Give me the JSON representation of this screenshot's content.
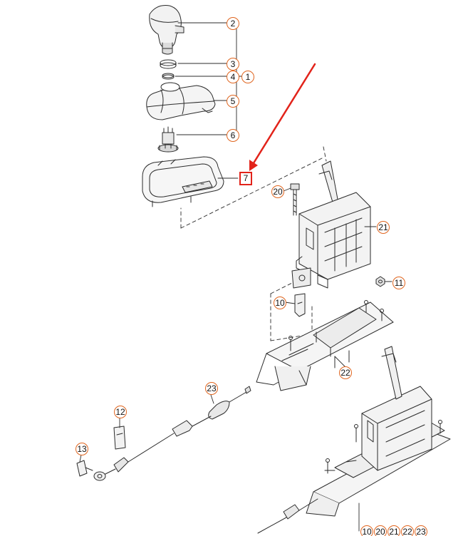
{
  "diagram": {
    "highlight_color": "#e2231a",
    "callout_color": "#e0651f",
    "line_color": "#2b2b2b",
    "callouts": [
      {
        "id": "c1",
        "label": "1"
      },
      {
        "id": "c2",
        "label": "2"
      },
      {
        "id": "c3",
        "label": "3"
      },
      {
        "id": "c4",
        "label": "4"
      },
      {
        "id": "c5",
        "label": "5"
      },
      {
        "id": "c6",
        "label": "6"
      },
      {
        "id": "c7",
        "label": "7",
        "highlighted": true
      },
      {
        "id": "c20",
        "label": "20"
      },
      {
        "id": "c21",
        "label": "21"
      },
      {
        "id": "c11",
        "label": "11"
      },
      {
        "id": "c10",
        "label": "10"
      },
      {
        "id": "c22",
        "label": "22"
      },
      {
        "id": "c23",
        "label": "23"
      },
      {
        "id": "c12",
        "label": "12"
      },
      {
        "id": "c13",
        "label": "13"
      },
      {
        "id": "cb10",
        "label": "10"
      },
      {
        "id": "cb20",
        "label": "20"
      },
      {
        "id": "cb21",
        "label": "21"
      },
      {
        "id": "cb22",
        "label": "22"
      },
      {
        "id": "cb23",
        "label": "23"
      }
    ]
  }
}
